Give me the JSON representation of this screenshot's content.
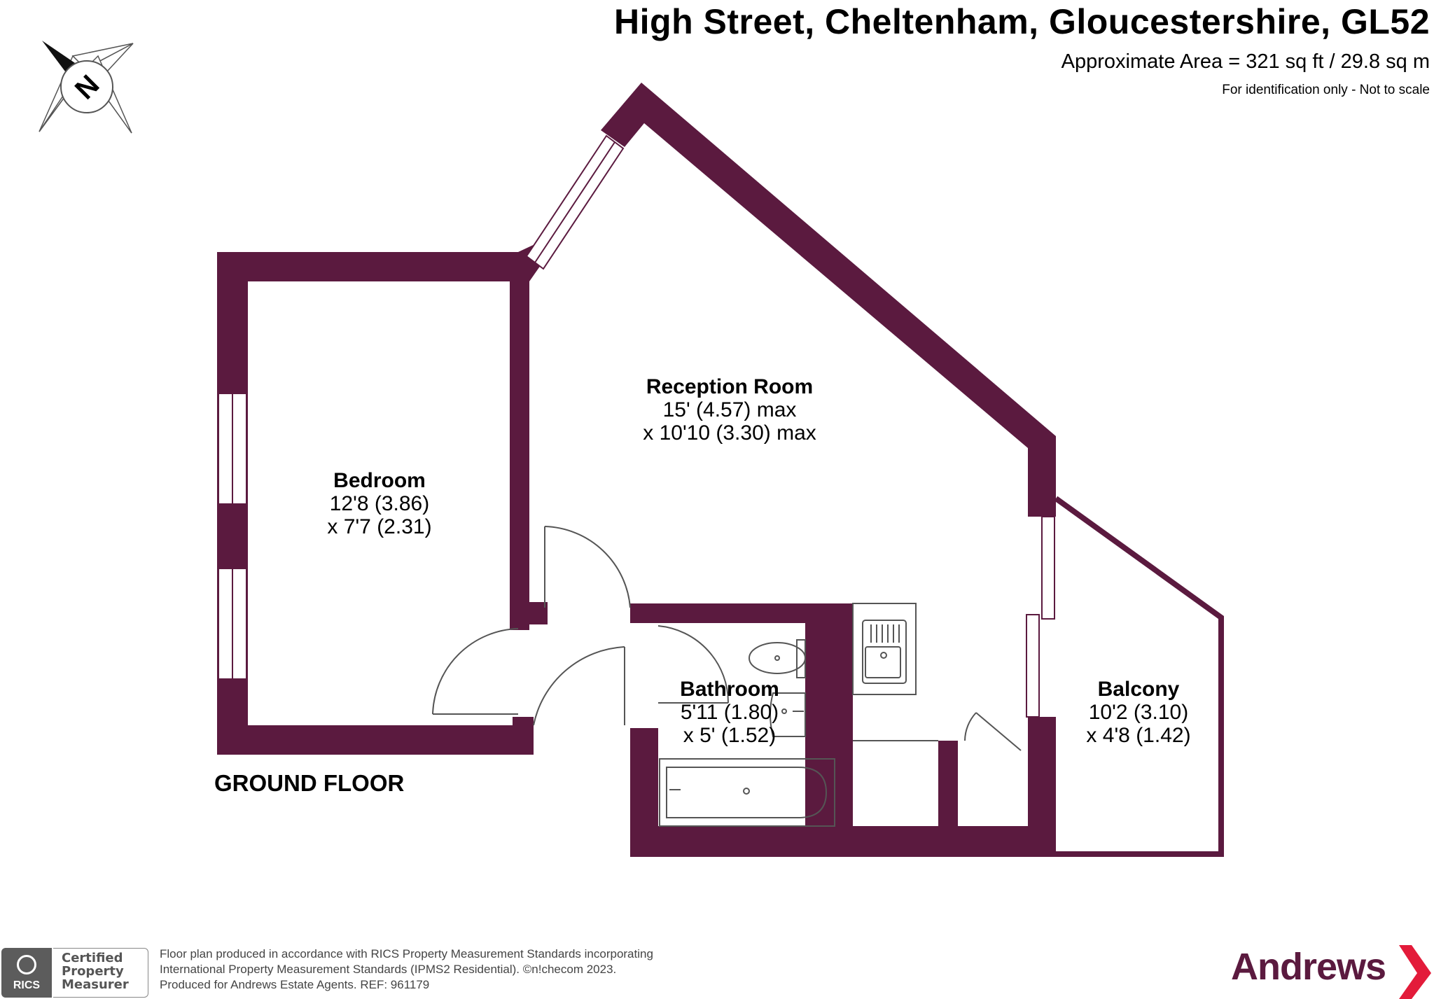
{
  "header": {
    "title": "High Street, Cheltenham, Gloucestershire, GL52",
    "area": "Approximate Area = 321 sq ft / 29.8 sq m",
    "disclaimer": "For identification only - Not to scale"
  },
  "compass": {
    "letter": "N",
    "icon": "compass-rose-icon"
  },
  "rooms": [
    {
      "name": "Reception Room",
      "line1": "15' (4.57) max",
      "line2": "x 10'10 (3.30) max"
    },
    {
      "name": "Bedroom",
      "line1": "12'8 (3.86)",
      "line2": "x 7'7 (2.31)"
    },
    {
      "name": "Bathroom",
      "line1": "5'11 (1.80)",
      "line2": "x 5' (1.52)"
    },
    {
      "name": "Balcony",
      "line1": "10'2 (3.10)",
      "line2": "x 4'8 (1.42)"
    }
  ],
  "floor_label": "GROUND FLOOR",
  "colors": {
    "wall": "#5b1a3f",
    "brand": "#5b1a3f",
    "brand_accent": "#e31b3a"
  },
  "footer": {
    "rics": {
      "logo_text": "RICS",
      "line1": "Certified",
      "line2": "Property",
      "line3": "Measurer"
    },
    "line1": "Floor plan produced in accordance with RICS Property Measurement Standards incorporating",
    "line2": "International Property Measurement Standards (IPMS2 Residential).   ©n!checom 2023.",
    "line3": "Produced for Andrews Estate Agents.   REF:   961179",
    "brand": "Andrews"
  }
}
